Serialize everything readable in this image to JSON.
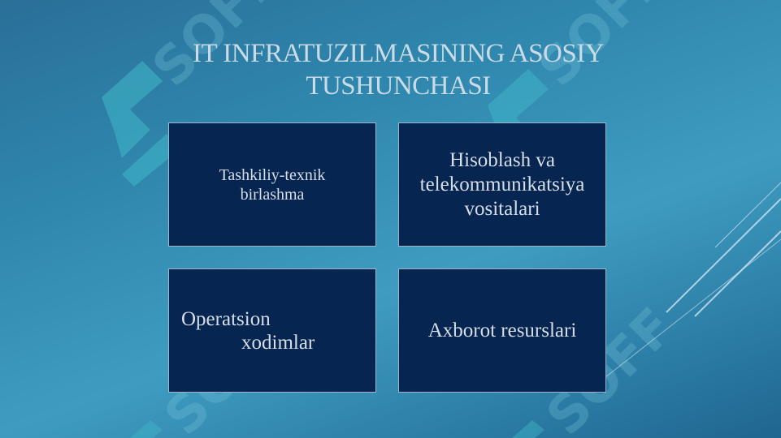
{
  "slide": {
    "title": "IT INFRATUZILMASINING ASOSIY TUSHUNCHASI",
    "boxes": [
      {
        "text": "Tashkiliy-texnik birlashma"
      },
      {
        "text": "Hisoblash va telekommunikatsiya vositalari"
      },
      {
        "line1": "Operatsion",
        "line2": "xodimlar"
      },
      {
        "text": "Axborot resurslari"
      }
    ]
  },
  "watermark": {
    "text": "SOFF",
    "icon": "soff-logo-icon",
    "color": "#3fb8c8"
  },
  "colors": {
    "box_fill": "#062550",
    "box_border": "#9fb6c8",
    "title": "#c9dbe6"
  }
}
